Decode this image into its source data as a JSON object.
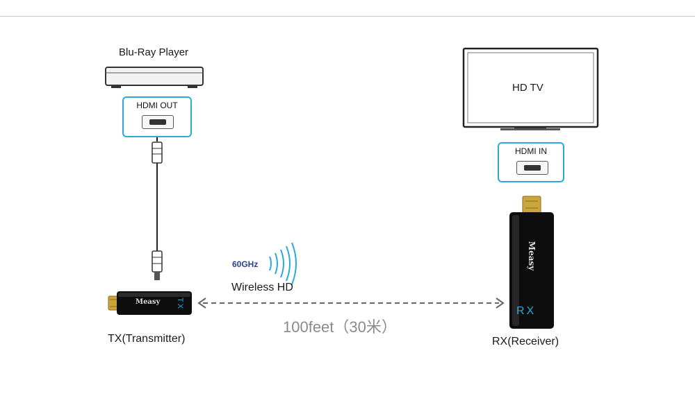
{
  "source_device": {
    "label": "Blu-Ray Player",
    "port_label": "HDMI OUT"
  },
  "sink_device": {
    "label": "HD TV",
    "port_label": "HDMI IN"
  },
  "transmitter": {
    "label": "TX(Transmitter)",
    "brand": "Measy",
    "badge": "TX"
  },
  "receiver": {
    "label": "RX(Receiver)",
    "brand": "Measy",
    "badge": "RX"
  },
  "wireless": {
    "frequency": "60GHz",
    "label": "Wireless HD"
  },
  "distance": {
    "label": "100feet（30米）"
  },
  "colors": {
    "accent": "#2ba8dc",
    "frequency_text": "#2a3f8f",
    "device_body": "#0d0d0d"
  }
}
